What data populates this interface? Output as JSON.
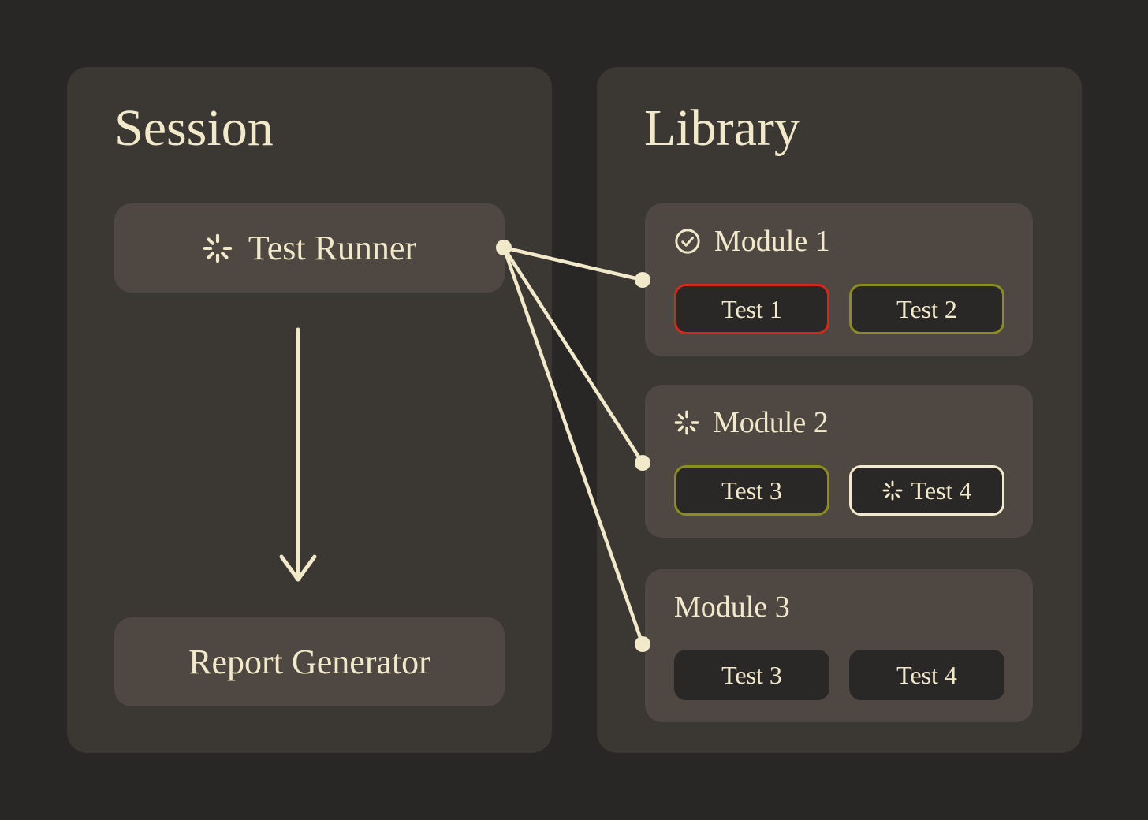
{
  "session": {
    "title": "Session",
    "nodes": [
      {
        "label": "Test Runner",
        "icon": "spinner-icon",
        "status": "running"
      },
      {
        "label": "Report Generator",
        "icon": null,
        "status": "idle"
      }
    ]
  },
  "library": {
    "title": "Library",
    "modules": [
      {
        "name": "Module 1",
        "icon": "check-circle-icon",
        "status": "done",
        "tests": [
          {
            "label": "Test 1",
            "status": "failed",
            "icon": null
          },
          {
            "label": "Test 2",
            "status": "passed",
            "icon": null
          }
        ]
      },
      {
        "name": "Module 2",
        "icon": "spinner-icon",
        "status": "running",
        "tests": [
          {
            "label": "Test 3",
            "status": "passed",
            "icon": null
          },
          {
            "label": "Test 4",
            "status": "running",
            "icon": "spinner-icon"
          }
        ]
      },
      {
        "name": "Module 3",
        "icon": null,
        "status": "pending",
        "tests": [
          {
            "label": "Test 3",
            "status": "pending",
            "icon": null
          },
          {
            "label": "Test 4",
            "status": "pending",
            "icon": null
          }
        ]
      }
    ]
  },
  "connections": {
    "from": "Test Runner",
    "to": [
      "Module 1",
      "Module 2",
      "Module 3"
    ]
  },
  "flow": {
    "from": "Test Runner",
    "to": "Report Generator"
  },
  "colors": {
    "background": "#292726",
    "panel": "#3b3733",
    "card": "#4f4842",
    "chip_background": "#2a2827",
    "text": "#f2e9cb",
    "connector": "#f2e9cb",
    "status_failed": "#d2281e",
    "status_passed": "#8b8d21",
    "status_running": "#f2e9cb"
  }
}
